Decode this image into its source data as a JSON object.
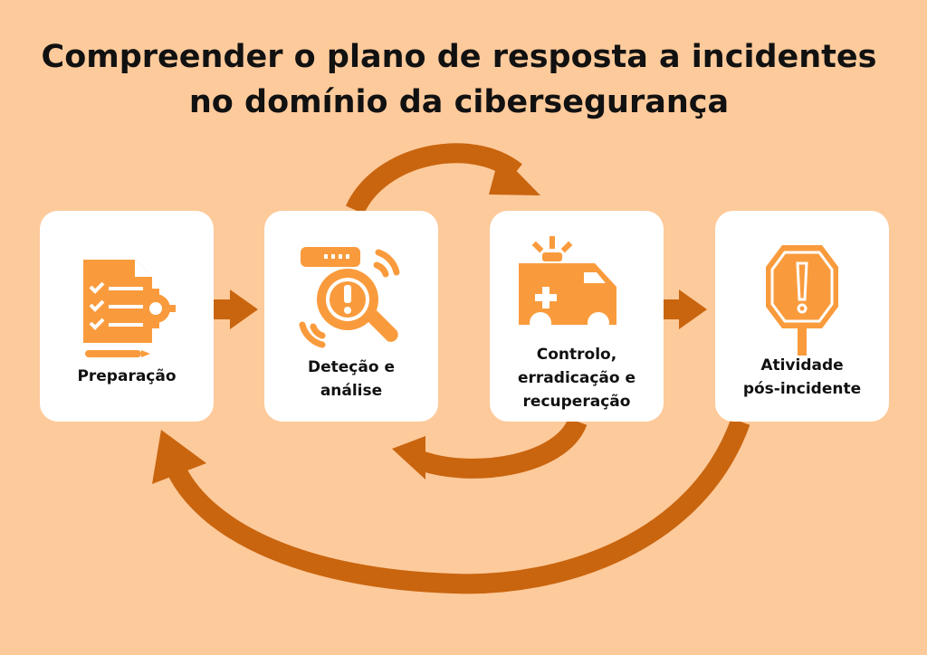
{
  "title": {
    "line1": "Compreender o plano de resposta a incidentes",
    "line2": "no domínio da cibersegurança"
  },
  "steps": [
    {
      "line1": "Preparação",
      "icon": "checklist-gear-icon"
    },
    {
      "line1": "Deteção e",
      "line2": "análise",
      "icon": "magnifier-alert-icon"
    },
    {
      "line1": "Controlo,",
      "line2": "erradicação e",
      "line3": "recuperação",
      "icon": "ambulance-icon"
    },
    {
      "line1": "Atividade",
      "line2": "pós-incidente",
      "icon": "stop-sign-alert-icon"
    }
  ],
  "colors": {
    "background": "#fdca9b",
    "arrow": "#c9650f",
    "icon": "#f99b3c",
    "box": "#ffffff"
  }
}
